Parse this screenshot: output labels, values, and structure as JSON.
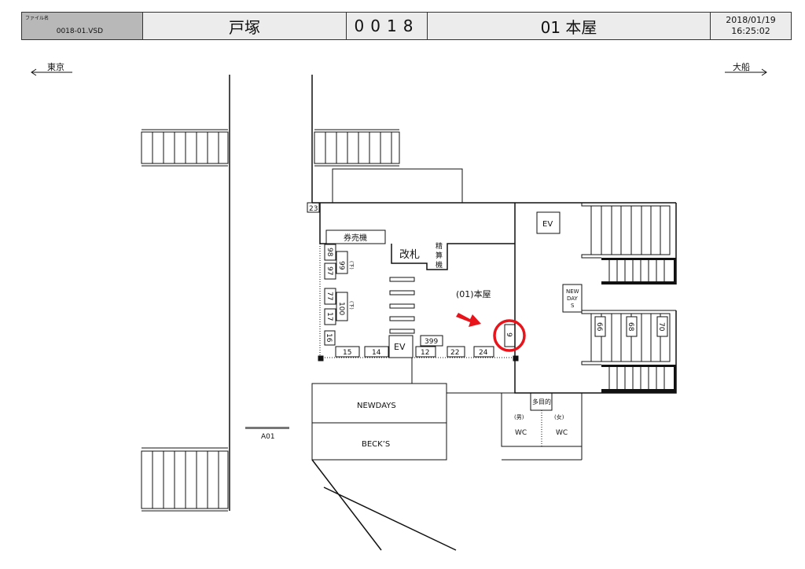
{
  "header": {
    "file_label": "ファイル名",
    "file_name": "0018-01.VSD",
    "station": "戸塚",
    "code": "0018",
    "floor": "01 本屋",
    "date": "2018/01/19",
    "time": "16:25:02"
  },
  "directions": {
    "left": "東京",
    "right": "大船"
  },
  "plan": {
    "area_name": "(01)本屋",
    "gate": "改札",
    "ticket_machine": "券売機",
    "fare_adjust": [
      "精",
      "算",
      "機"
    ],
    "ev": "EV",
    "ev_right": "EV",
    "newdays_kiosk": [
      "NEW",
      "DAY",
      "S"
    ],
    "newdays": "NEWDAYS",
    "becks": "BECK’S",
    "multipurpose": "多目的",
    "wc_men_label": "(男)",
    "wc_women_label": "(女)",
    "wc": "WC",
    "a01": "A01",
    "lower": "(下)",
    "numbers": {
      "n23": "23",
      "n98": "98",
      "n97": "97",
      "n99": "99",
      "n77": "77",
      "n17": "17",
      "n100": "100",
      "n16": "16",
      "n15": "15",
      "n14": "14",
      "n12": "12",
      "n399": "399",
      "n22": "22",
      "n24": "24",
      "n9": "9",
      "n66": "66",
      "n68": "68",
      "n70": "70"
    }
  },
  "highlight_color": "#e8141b"
}
